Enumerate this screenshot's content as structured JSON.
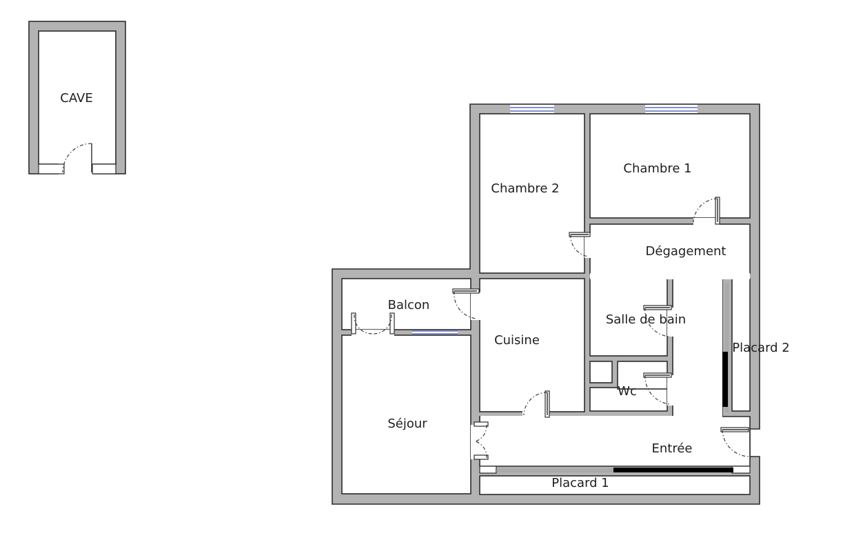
{
  "rooms": {
    "cave": "CAVE",
    "chambre1": "Chambre 1",
    "chambre2": "Chambre 2",
    "degagement": "Dégagement",
    "balcon": "Balcon",
    "cuisine": "Cuisine",
    "salle_de_bain": "Salle de bain",
    "placard2": "Placard 2",
    "wc": "Wc",
    "sejour": "Séjour",
    "entree": "Entrée",
    "placard1": "Placard 1"
  }
}
